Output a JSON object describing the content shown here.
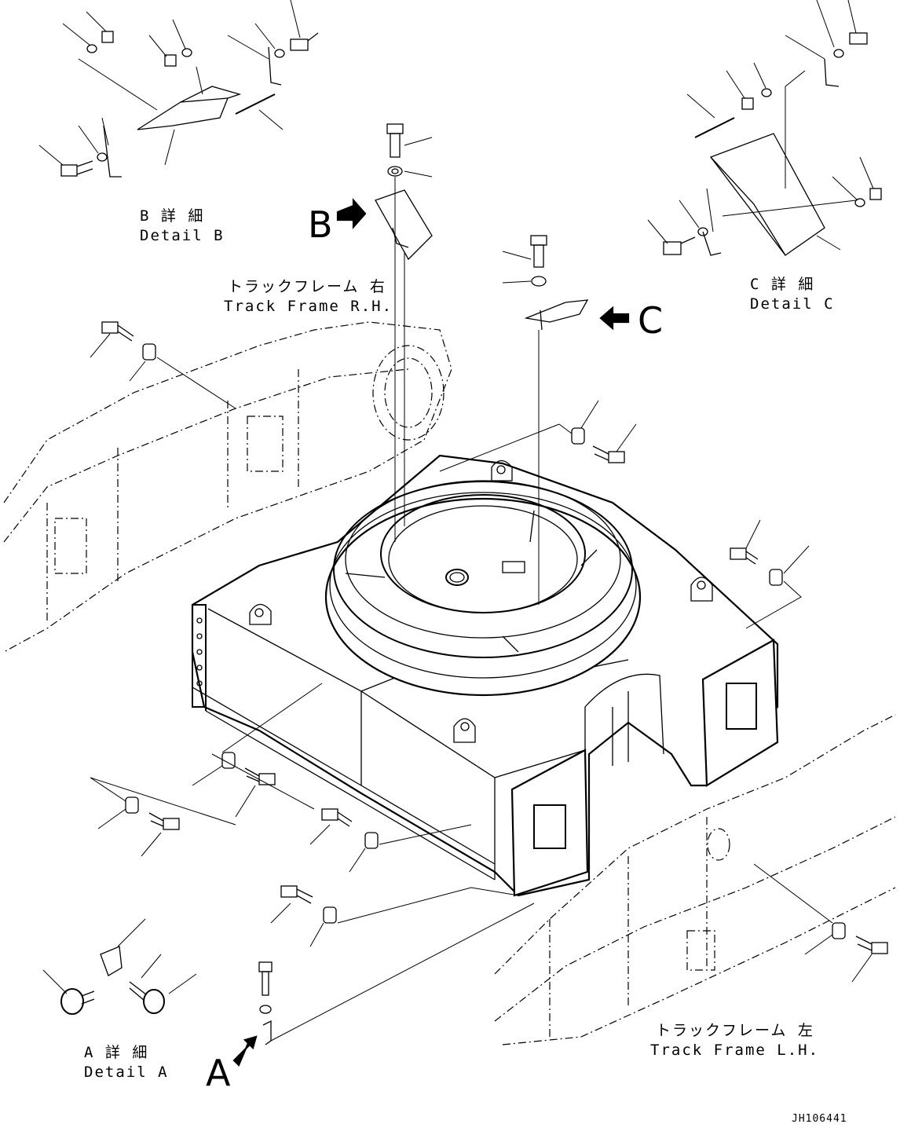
{
  "labels": {
    "detail_b_jp": "B 詳 細",
    "detail_b_en": "Detail B",
    "detail_c_jp": "C 詳 細",
    "detail_c_en": "Detail C",
    "detail_a_jp": "A 詳 細",
    "detail_a_en": "Detail A",
    "track_rh_jp": "トラックフレーム 右",
    "track_rh_en": "Track Frame R.H.",
    "track_lh_jp": "トラックフレーム 左",
    "track_lh_en": "Track Frame L.H.",
    "callout_a": "A",
    "callout_b": "B",
    "callout_c": "C",
    "drawing_code": "JH106441"
  }
}
